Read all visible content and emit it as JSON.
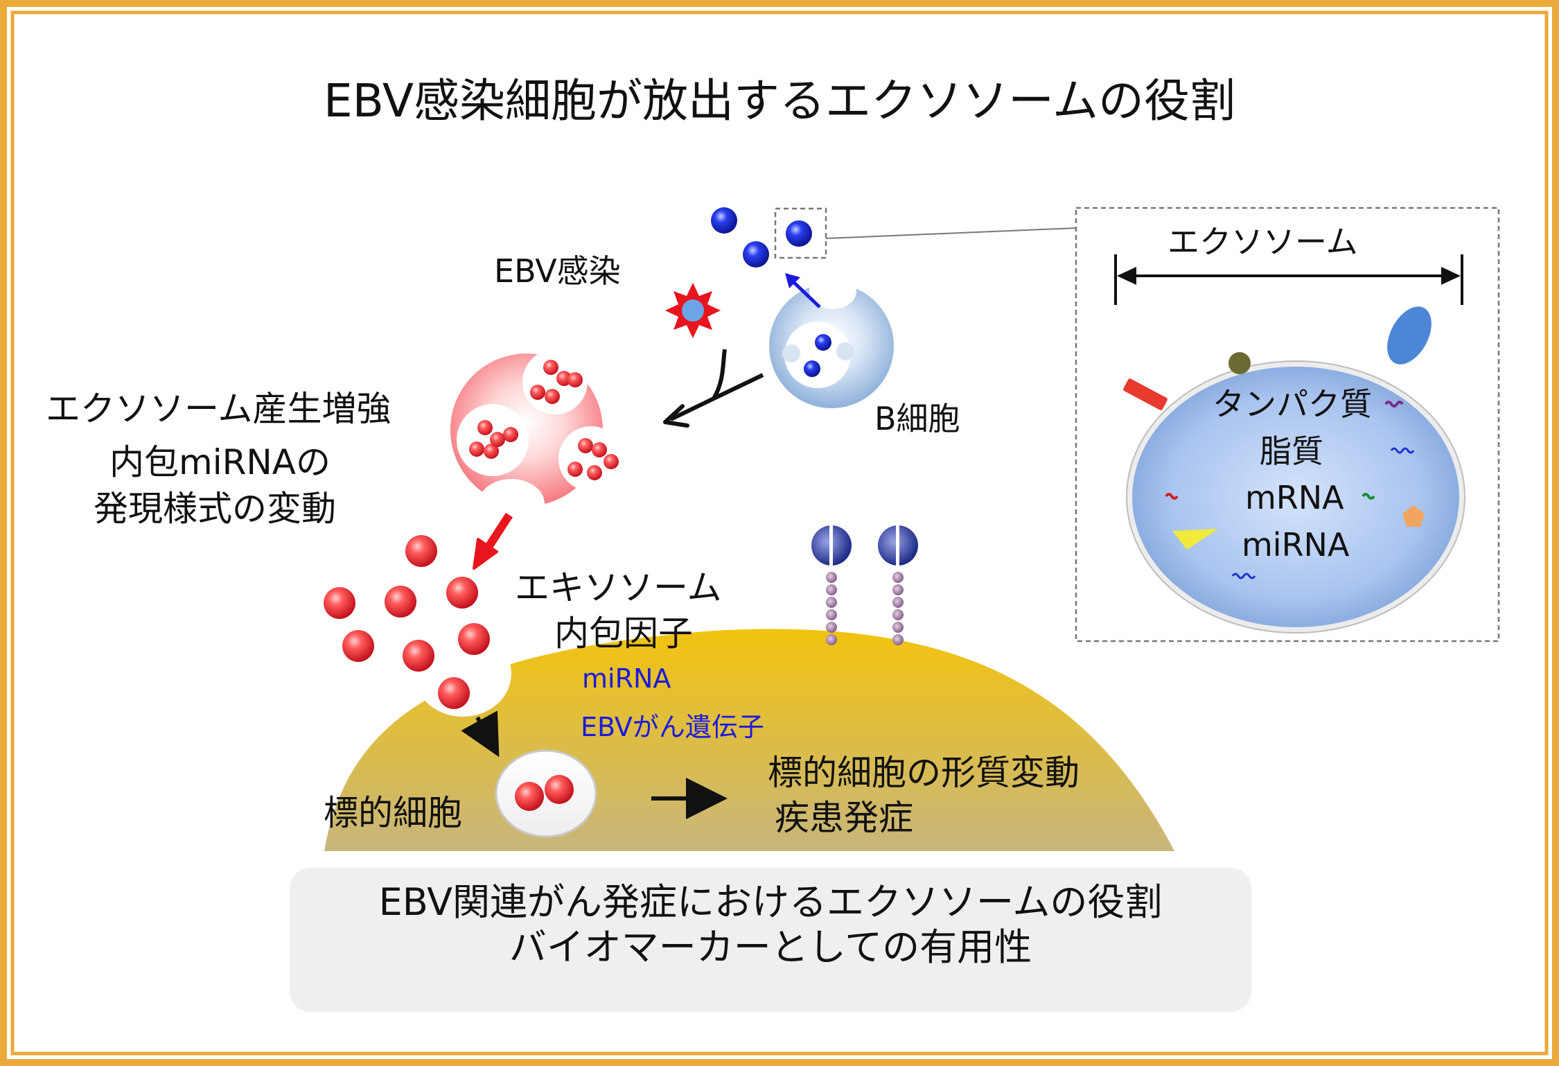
{
  "title": "EBV感染細胞が放出するエクソソームの役割",
  "labels": {
    "ebv_infection": "EBV感染",
    "b_cell": "B細胞",
    "exosome_production": "エクソソーム産生増強",
    "mirna_expression_1": "内包miRNAの",
    "mirna_expression_2": "発現様式の変動",
    "exosome_contents_1": "エキソソーム",
    "exosome_contents_2": "内包因子",
    "content_mirna": "miRNA",
    "content_oncogene": "EBVがん遺伝子",
    "target_cell": "標的細胞",
    "outcome_1": "標的細胞の形質変動",
    "outcome_2": "疾患発症"
  },
  "inset": {
    "heading": "エクソソーム",
    "contents": [
      "タンパク質",
      "脂質",
      "mRNA",
      "miRNA"
    ]
  },
  "summary": {
    "line1": "EBV関連がん発症におけるエクソソームの役割",
    "line2": "バイオマーカーとしての有用性"
  },
  "colors": {
    "frame": "#EAA93A",
    "exosome_red": "#E8283A",
    "b_cell_blue": "#B9D2EE",
    "target_cell_gold": "#D9B03A",
    "arrow_red": "#E8141E",
    "arrow_blue": "#1A1ADC"
  }
}
